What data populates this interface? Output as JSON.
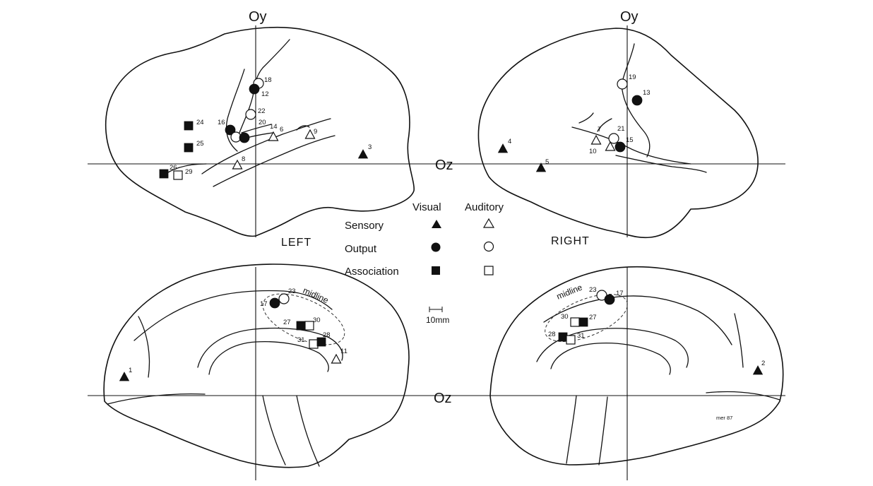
{
  "axis_labels": {
    "oy_left": "Oy",
    "oy_right": "Oy",
    "oz_top": "Oz",
    "oz_bottom": "Oz"
  },
  "hemisphere_labels": {
    "left": "LEFT",
    "right": "RIGHT"
  },
  "legend": {
    "col_visual": "Visual",
    "col_auditory": "Auditory",
    "rows": [
      {
        "label": "Sensory",
        "visual": "filled-triangle-icon",
        "auditory": "open-triangle-icon"
      },
      {
        "label": "Output",
        "visual": "filled-circle-icon",
        "auditory": "open-circle-icon"
      },
      {
        "label": "Association",
        "visual": "filled-square-icon",
        "auditory": "open-square-icon"
      }
    ]
  },
  "scale_bar": {
    "label": "10mm"
  },
  "midline_labels": {
    "left": "midline",
    "right": "midline"
  },
  "credit": "mer 87",
  "markers": {
    "left_lateral": [
      {
        "id": "18",
        "type": "output",
        "modality": "auditory"
      },
      {
        "id": "12",
        "type": "output",
        "modality": "visual"
      },
      {
        "id": "22",
        "type": "output",
        "modality": "auditory"
      },
      {
        "id": "16",
        "type": "output",
        "modality": "visual"
      },
      {
        "id": "20",
        "type": "output",
        "modality": "auditory"
      },
      {
        "id": "14",
        "type": "output",
        "modality": "visual"
      },
      {
        "id": "6",
        "type": "sensory",
        "modality": "auditory"
      },
      {
        "id": "9",
        "type": "sensory",
        "modality": "auditory"
      },
      {
        "id": "8",
        "type": "sensory",
        "modality": "auditory"
      },
      {
        "id": "3",
        "type": "sensory",
        "modality": "visual"
      },
      {
        "id": "24",
        "type": "association",
        "modality": "visual"
      },
      {
        "id": "25",
        "type": "association",
        "modality": "visual"
      },
      {
        "id": "26",
        "type": "association",
        "modality": "visual"
      },
      {
        "id": "29",
        "type": "association",
        "modality": "auditory"
      }
    ],
    "right_lateral": [
      {
        "id": "19",
        "type": "output",
        "modality": "auditory"
      },
      {
        "id": "13",
        "type": "output",
        "modality": "visual"
      },
      {
        "id": "21",
        "type": "output",
        "modality": "auditory"
      },
      {
        "id": "15",
        "type": "output",
        "modality": "visual"
      },
      {
        "id": "7",
        "type": "sensory",
        "modality": "auditory"
      },
      {
        "id": "10",
        "type": "sensory",
        "modality": "auditory"
      },
      {
        "id": "4",
        "type": "sensory",
        "modality": "visual"
      },
      {
        "id": "5",
        "type": "sensory",
        "modality": "visual"
      }
    ],
    "left_medial": [
      {
        "id": "23",
        "type": "output",
        "modality": "auditory"
      },
      {
        "id": "17",
        "type": "output",
        "modality": "visual"
      },
      {
        "id": "27",
        "type": "association",
        "modality": "visual"
      },
      {
        "id": "30",
        "type": "association",
        "modality": "auditory"
      },
      {
        "id": "31",
        "type": "association",
        "modality": "auditory"
      },
      {
        "id": "28",
        "type": "association",
        "modality": "visual"
      },
      {
        "id": "11",
        "type": "sensory",
        "modality": "auditory"
      },
      {
        "id": "1",
        "type": "sensory",
        "modality": "visual"
      }
    ],
    "right_medial": [
      {
        "id": "23",
        "type": "output",
        "modality": "auditory"
      },
      {
        "id": "17",
        "type": "output",
        "modality": "visual"
      },
      {
        "id": "30",
        "type": "association",
        "modality": "auditory"
      },
      {
        "id": "27",
        "type": "association",
        "modality": "visual"
      },
      {
        "id": "28",
        "type": "association",
        "modality": "visual"
      },
      {
        "id": "31",
        "type": "association",
        "modality": "auditory"
      },
      {
        "id": "2",
        "type": "sensory",
        "modality": "visual"
      }
    ]
  }
}
